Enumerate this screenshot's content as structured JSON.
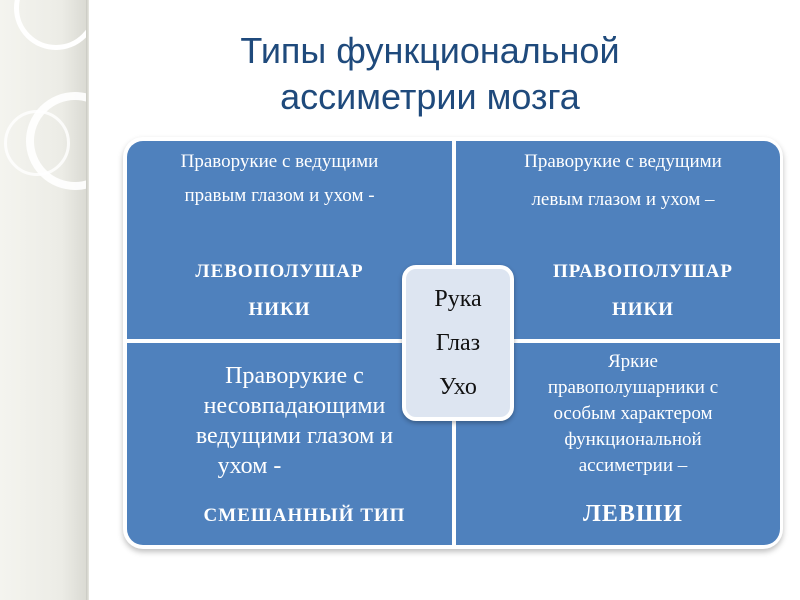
{
  "slide": {
    "title_line1": "Типы функциональной",
    "title_line2": "ассиметрии мозга"
  },
  "quadrants": {
    "top_left": {
      "line1": "Праворукие с ведущими",
      "line2": "правым глазом и ухом -",
      "label_line1": "ЛЕВОПОЛУШАР",
      "label_line2": "НИКИ"
    },
    "top_right": {
      "line1": "Праворукие с ведущими",
      "line2": "левым глазом и ухом –",
      "label_line1": "ПРАВОПОЛУШАР",
      "label_line2": "НИКИ"
    },
    "bottom_left": {
      "line1": "Праворукие с",
      "line2": "несовпадающими",
      "line3": "ведущими глазом и",
      "line4": "ухом -",
      "label": "СМЕШАННЫЙ ТИП"
    },
    "bottom_right": {
      "line1": "Яркие",
      "line2": "правополушарники с",
      "line3": "особым характером",
      "line4": "функциональной",
      "line5": "ассиметрии –",
      "label": "ЛЕВШИ"
    }
  },
  "center": {
    "item1": "Рука",
    "item2": "Глаз",
    "item3": "Ухо"
  },
  "colors": {
    "quadrant_fill": "#4f81bd",
    "title_text": "#1f4a7c",
    "center_fill": "#dde5f1"
  }
}
